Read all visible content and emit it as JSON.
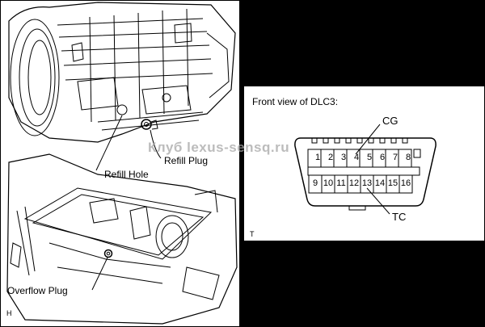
{
  "transmission_panel": {
    "labels": {
      "refill_plug": "Refill Plug",
      "refill_hole": "Refill Hole",
      "overflow_plug": "Overflow Plug"
    },
    "corner_letter": "H"
  },
  "dlc3_panel": {
    "title": "Front view of DLC3:",
    "top_row_pins": [
      "1",
      "2",
      "3",
      "4",
      "5",
      "6",
      "7",
      "8"
    ],
    "bottom_row_pins": [
      "9",
      "10",
      "11",
      "12",
      "13",
      "14",
      "15",
      "16"
    ],
    "callouts": {
      "cg": "CG",
      "tc": "TC"
    },
    "corner_letter": "T"
  },
  "watermark": "Клуб lexus-sensq.ru",
  "colors": {
    "background": "#000000",
    "panel": "#ffffff",
    "ink": "#000000"
  }
}
